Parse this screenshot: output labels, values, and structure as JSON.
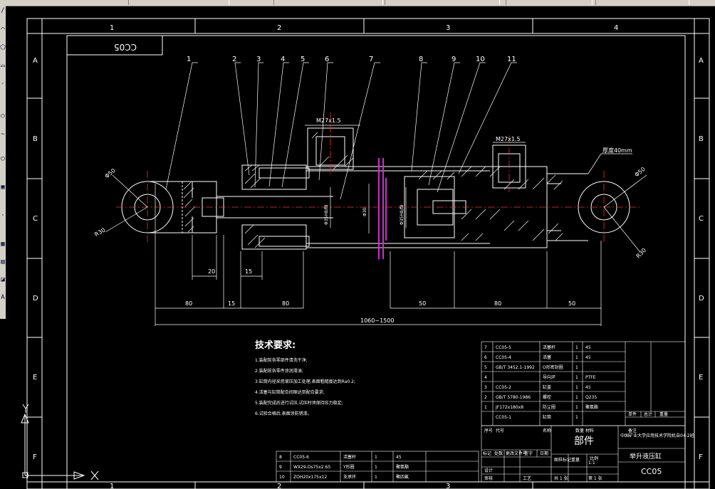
{
  "sheet": {
    "col_labels": [
      "1",
      "2",
      "3",
      "4"
    ],
    "row_labels": [
      "A",
      "B",
      "C",
      "D",
      "E",
      "F"
    ],
    "corner_code": "CC05"
  },
  "part_balloons": [
    "1",
    "2",
    "3",
    "4",
    "5",
    "6",
    "7",
    "8",
    "9",
    "10",
    "11"
  ],
  "dimensions": {
    "thread_left": "M27x1.5",
    "thread_right": "M27x1.5",
    "thickness": "厚度40mm",
    "phi50_left": "Φ50",
    "r30_left": "R30",
    "phi50_right": "Φ50",
    "r30_right": "R30",
    "d20": "20",
    "d15a": "15",
    "d80a": "80",
    "d15b": "15",
    "d80b": "80",
    "d50a": "50",
    "d80c": "80",
    "d50b": "50",
    "total": "1060~1500",
    "bore1": "Φ35H8/f8",
    "bore2": "Φ30",
    "bore3": "Φ35H8/f8"
  },
  "tech": {
    "title": "技术要求:",
    "lines": [
      "1.装配前各零部件清洗干净;",
      "2.装配前各零件涂润滑油;",
      "3.缸筒内径采用滚压加工处理,表面粗糙度达到Ra0.2;",
      "4.活塞与缸筒配合间隙达到配合要求;",
      "5.装配完成后进行试压,试压时须保持压力稳定;",
      "6.试验合格后,表面涂防锈漆。"
    ]
  },
  "bom_upper": [
    [
      "7",
      "CC05-5",
      "活塞杆",
      "1",
      "45",
      ""
    ],
    [
      "6",
      "CC05-4",
      "活塞",
      "1",
      "45",
      ""
    ],
    [
      "5",
      "GB/T 3452.1-1992",
      "O形密封圈",
      "1",
      "",
      ""
    ],
    [
      "4",
      "",
      "导向环",
      "1",
      "PTFE",
      ""
    ],
    [
      "3",
      "CC05-2",
      "缸盖",
      "1",
      "45",
      ""
    ],
    [
      "2",
      "GB/T 5780-1986",
      "螺栓",
      "1",
      "Q235",
      ""
    ],
    [
      "1",
      "JF172x180x8",
      "防尘圈",
      "1",
      "聚氨酯",
      ""
    ],
    [
      "",
      "CC05-1",
      "缸筒",
      "1",
      "",
      ""
    ]
  ],
  "bom_upper_header": [
    "序号",
    "代号",
    "名称",
    "数量",
    "材料",
    "备注"
  ],
  "bom_upper_extra": [
    "单件",
    "总计",
    "重量"
  ],
  "title_block": {
    "part_label": "部件",
    "school": "中国矿业大学应用技术学院机自04-2班",
    "name": "举升液压缸",
    "code": "CC05",
    "scale": "1:1",
    "sheet_of": "第 1 张",
    "sheets": "共 1 张",
    "labels": [
      "标记",
      "处数",
      "更改文件号",
      "签字",
      "日期",
      "设计",
      "审核",
      "工艺",
      "图样标记",
      "重量",
      "比例"
    ]
  },
  "bom_lower": [
    [
      "8",
      "CC05-6",
      "活塞杆",
      "1",
      "45"
    ],
    [
      "9",
      "WX29-Ds75x2.65",
      "Y形圈",
      "1",
      "聚氨酯"
    ],
    [
      "10",
      "ZOH20x175x12",
      "支承环",
      "1",
      "聚四氟"
    ]
  ],
  "colors": {
    "paper": "#000000",
    "line": "#ffffff",
    "center": "#ff2a2a",
    "seal": "#d02cd0",
    "leader": "#ffffff"
  },
  "icons": [
    "line-tool-icon",
    "arc-tool-icon",
    "polygon-tool-icon",
    "rect-tool-icon",
    "circle-tool-icon",
    "hatch-tool-icon",
    "ucs-icon"
  ]
}
